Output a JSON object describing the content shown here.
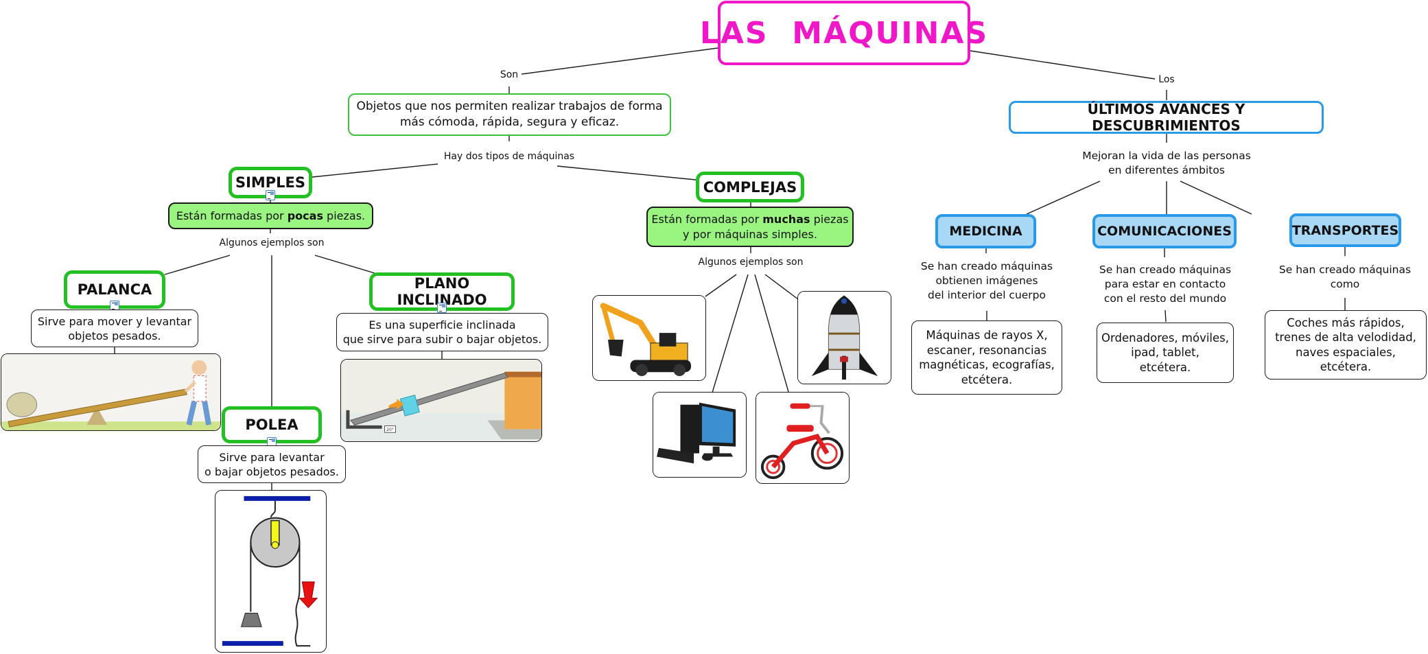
{
  "title": "LAS  MÁQUINAS",
  "colors": {
    "title": "#f017c8",
    "green_border": "#22c022",
    "green_fill": "#99f57f",
    "blue_border": "#2b9ae6",
    "blue_fill": "#a9d8f7"
  },
  "left_branch": {
    "link_label": "Son",
    "definition_line1": "Objetos que nos permiten realizar trabajos de forma",
    "definition_line2": "más cómoda, rápida, segura y eficaz.",
    "types_label": "Hay dos tipos de máquinas",
    "simples": {
      "heading": "SIMPLES",
      "desc_prefix": "Están formadas por ",
      "desc_bold": "pocas",
      "desc_suffix": " piezas.",
      "examples_label": "Algunos ejemplos son",
      "palanca": {
        "heading": "PALANCA",
        "desc_line1": "Sirve para mover y levantar",
        "desc_line2": "objetos pesados.",
        "image": "lever-illustration"
      },
      "polea": {
        "heading": "POLEA",
        "desc_line1": "Sirve para levantar",
        "desc_line2": "o bajar objetos pesados.",
        "image": "pulley-illustration"
      },
      "plano": {
        "heading": "PLANO INCLINADO",
        "desc_line1": "Es una superficie inclinada",
        "desc_line2": "que sirve para subir o bajar objetos.",
        "image": "inclined-plane-illustration",
        "angle_label": "20°"
      }
    },
    "complejas": {
      "heading": "COMPLEJAS",
      "desc_prefix": "Están formadas por ",
      "desc_bold": "muchas",
      "desc_suffix": " piezas",
      "desc_line2": "y por máquinas simples.",
      "examples_label": "Algunos ejemplos son",
      "images": [
        "excavator",
        "computer",
        "tricycle",
        "rocket"
      ]
    }
  },
  "right_branch": {
    "link_label": "Los",
    "heading": "ÚLTIMOS AVANCES Y DESCUBRIMIENTOS",
    "sub_label_line1": "Mejoran la vida de las personas",
    "sub_label_line2": "en diferentes ámbitos",
    "categories": [
      {
        "heading": "MEDICINA",
        "label_lines": [
          "Se han creado máquinas",
          "obtienen imágenes",
          "del interior del cuerpo"
        ],
        "example_lines": [
          "Máquinas de rayos X,",
          "escaner, resonancias",
          "magnéticas, ecografías,",
          "etcétera."
        ]
      },
      {
        "heading": "COMUNICACIONES",
        "label_lines": [
          "Se han creado máquinas",
          "para estar en contacto",
          "con el resto del mundo"
        ],
        "example_lines": [
          "Ordenadores, móviles,",
          "ipad, tablet,",
          "etcétera."
        ]
      },
      {
        "heading": "TRANSPORTES",
        "label_lines": [
          "Se han creado máquinas",
          "como"
        ],
        "example_lines": [
          "Coches más rápidos,",
          "trenes de alta velodidad,",
          "naves espaciales,",
          "etcétera."
        ]
      }
    ]
  }
}
